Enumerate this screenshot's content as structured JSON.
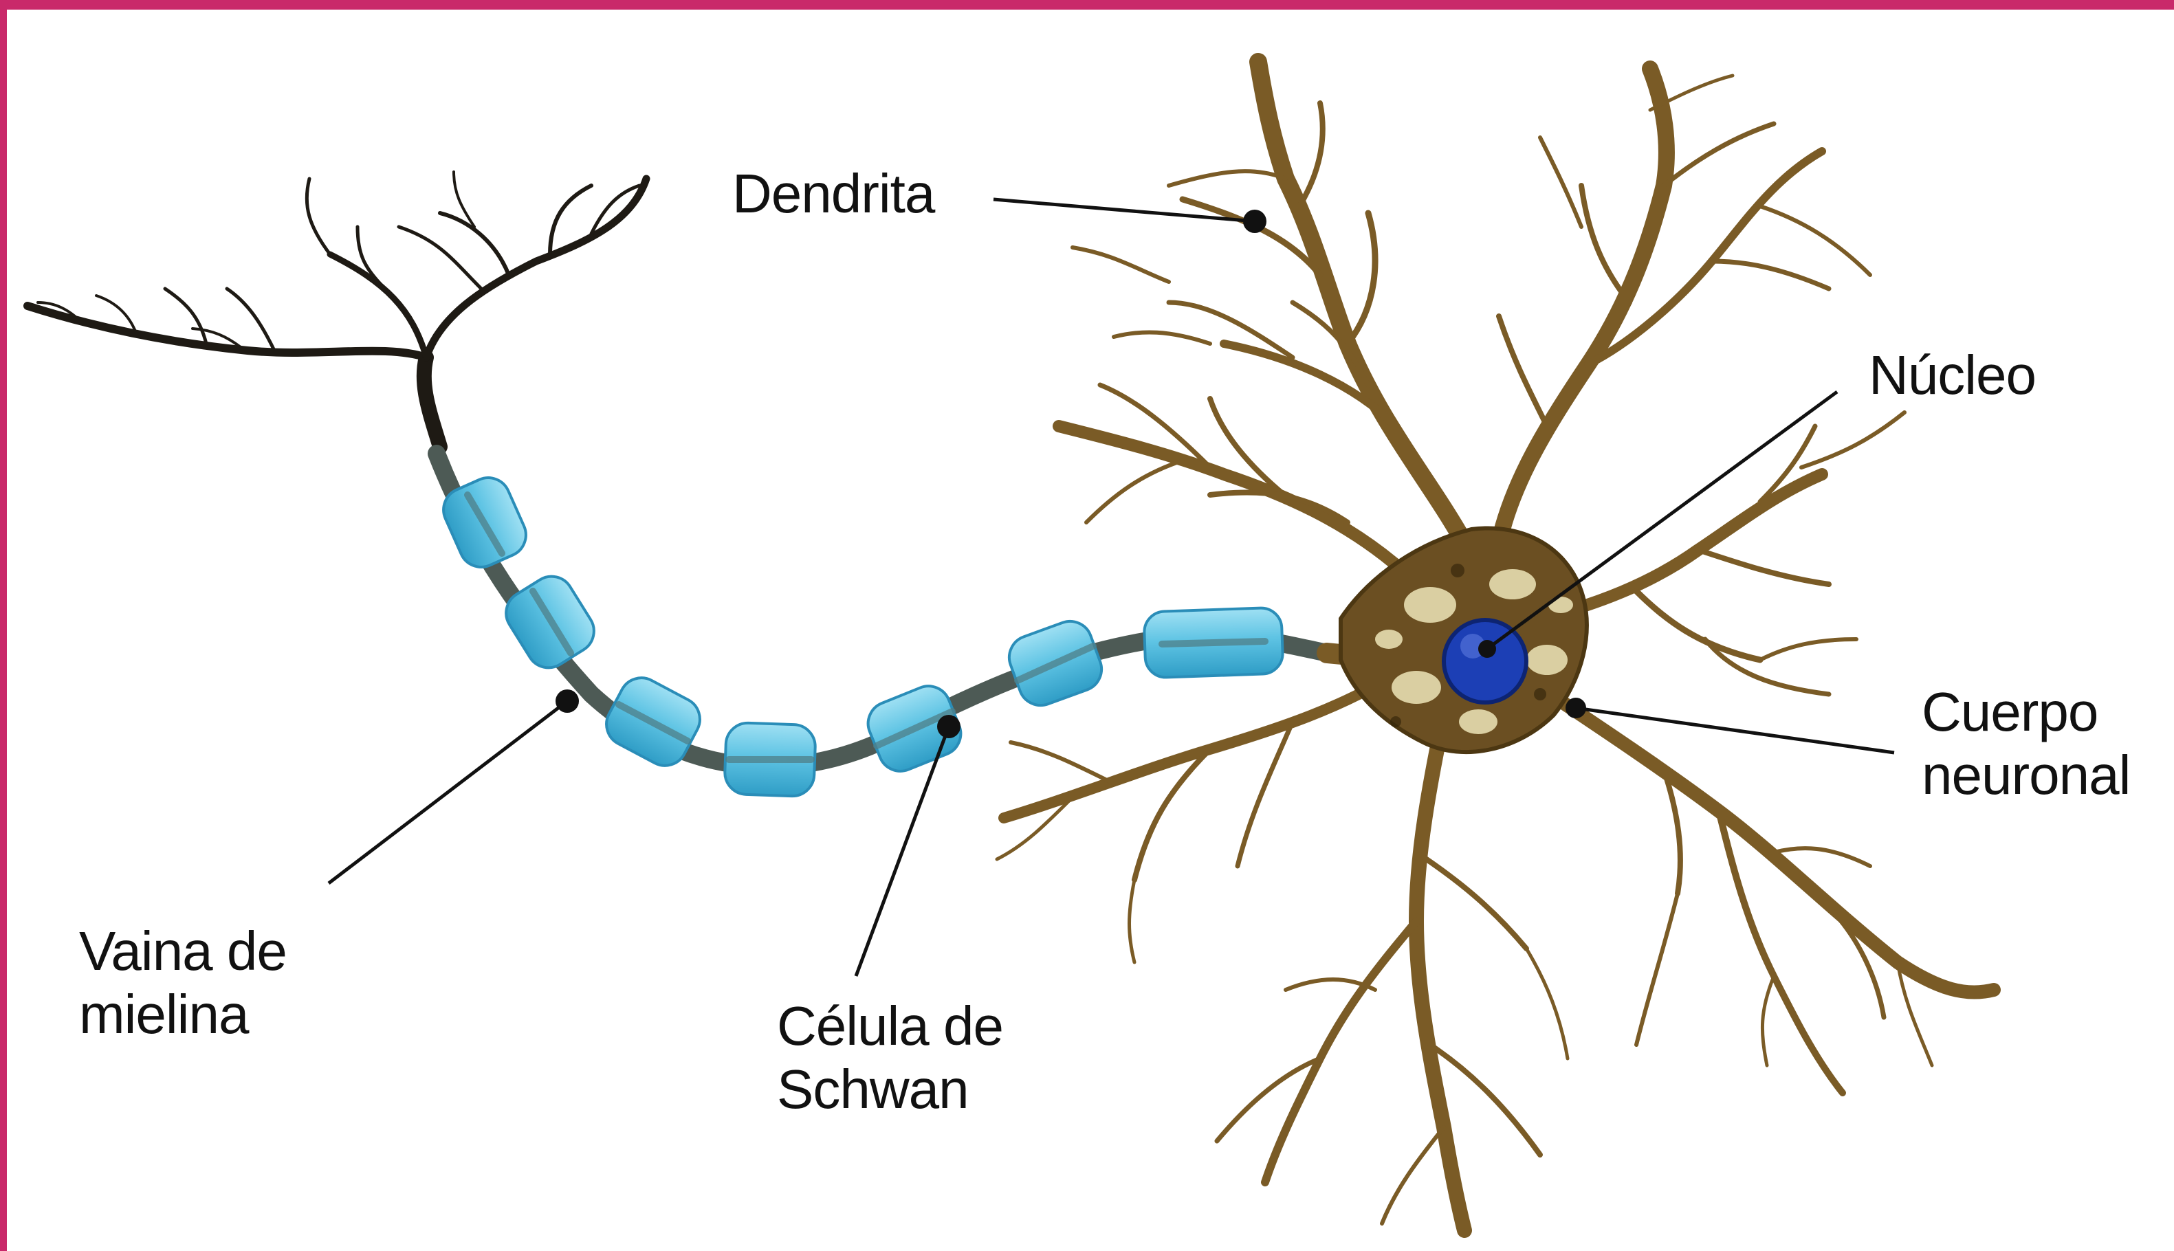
{
  "labels": {
    "dendrite": "Dendrita",
    "nucleus": "Núcleo",
    "body_line1": "Cuerpo",
    "body_line2": "neuronal",
    "myelin_line1": "Vaina de",
    "myelin_line2": "mielina",
    "schwann_line1": "Célula de",
    "schwann_line2": "Schwan"
  },
  "colors": {
    "frame": "#c9296a",
    "myelin": "#5fc4e4",
    "soma": "#6b4f22",
    "nucleus": "#1c3fb5",
    "terminal": "#1e1a14"
  }
}
